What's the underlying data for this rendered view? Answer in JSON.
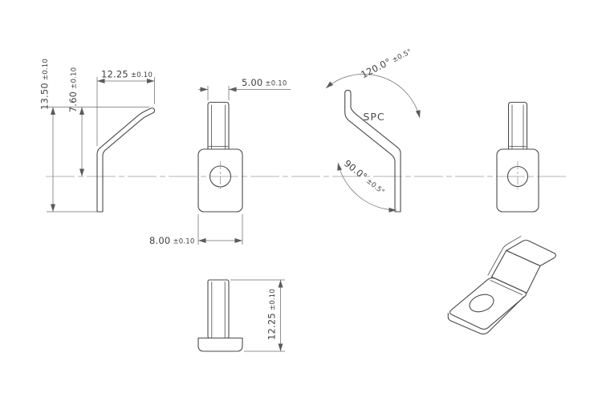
{
  "drawing": {
    "dimensions": {
      "total_height": {
        "value": "13.50",
        "tol": "±0.10"
      },
      "tip_to_center": {
        "value": "7.60",
        "tol": "±0.10"
      },
      "profile_width": {
        "value": "12.25",
        "tol": "±0.10"
      },
      "tab_width": {
        "value": "5.00",
        "tol": "±0.10"
      },
      "body_width": {
        "value": "8.00",
        "tol": "±0.10"
      },
      "overall_length": {
        "value": "12.25",
        "tol": "±0.10"
      },
      "bend_angle_upper": {
        "value": "120.0°",
        "tol": "±0.5°"
      },
      "bend_angle_lower": {
        "value": "90.0°",
        "tol": "±0.5°"
      }
    },
    "labels": {
      "material": "SPC"
    },
    "colors": {
      "part_line": "#4a4a4a",
      "dimension_line": "#6e6e6e",
      "centerline": "#9c9c9c",
      "text": "#404040",
      "background": "#ffffff"
    }
  }
}
